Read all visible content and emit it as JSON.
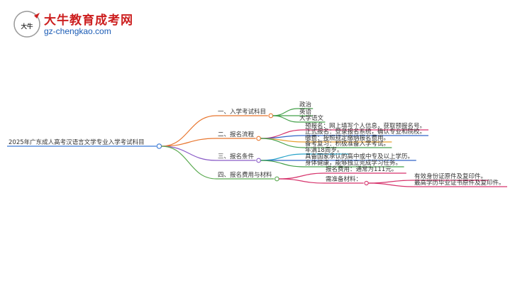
{
  "logo": {
    "name": "大牛教育成考网",
    "url": "gz-chengkao.com",
    "mark": "大牛"
  },
  "root": "2025年广东成人高考汉语言文学专业入学考试科目",
  "branches": [
    {
      "label": "一、入学考试科目",
      "color": "#e8762f",
      "leaves": [
        {
          "text": "政治",
          "color": "#44a04a"
        },
        {
          "text": "英语",
          "color": "#44a04a"
        },
        {
          "text": "大学语文",
          "color": "#44a04a"
        }
      ]
    },
    {
      "label": "二、报名流程",
      "color": "#e8762f",
      "leaves": [
        {
          "text": "预报名：网上填写个人信息，获取预报名号。",
          "color": "#d6336c"
        },
        {
          "text": "正式报名：登录报名系统，确认专业和院校。",
          "color": "#3264c8"
        },
        {
          "text": "缴费：按照规定缴纳报名费用。",
          "color": "#e8a02f"
        },
        {
          "text": "备考复习：积极准备入学考试。",
          "color": "#44a04a"
        }
      ]
    },
    {
      "label": "三、报名条件",
      "color": "#8a5cc7",
      "leaves": [
        {
          "text": "年满18周岁。",
          "color": "#27a3c9"
        },
        {
          "text": "具备国家承认的高中或中专及以上学历。",
          "color": "#3264c8"
        },
        {
          "text": "身体健康，能够独立完成学习任务。",
          "color": "#44a04a"
        }
      ]
    },
    {
      "label": "四、报名费用与材料",
      "color": "#5aaa50",
      "leaves": [
        {
          "text": "报名费用：通常为111元。",
          "color": "#d6336c"
        },
        {
          "text": "需准备材料：",
          "color": "#d6336c",
          "children": [
            {
              "text": "有效身份证原件及复印件。",
              "color": "#d6336c"
            },
            {
              "text": "最高学历毕业证书原件及复印件。",
              "color": "#d6336c"
            }
          ]
        }
      ]
    }
  ]
}
